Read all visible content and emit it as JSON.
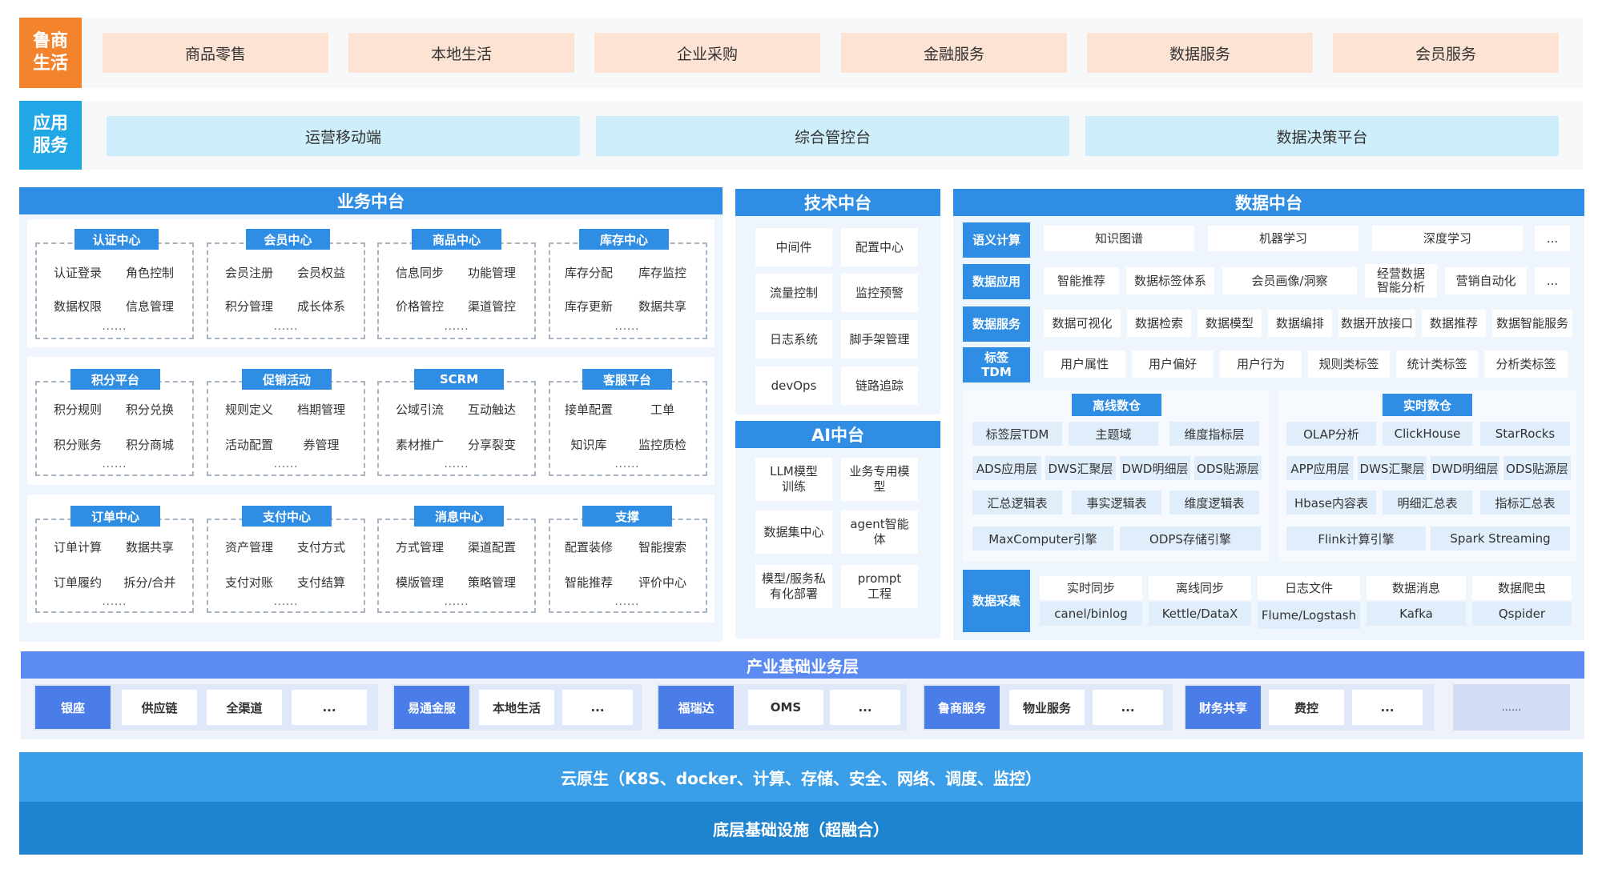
{
  "row1": {
    "label": "鲁商生活",
    "items": [
      "商品零售",
      "本地生活",
      "企业采购",
      "金融服务",
      "数据服务",
      "会员服务"
    ]
  },
  "row2": {
    "label": "应用服务",
    "items": [
      "运营移动端",
      "综合管控台",
      "数据决策平台"
    ]
  },
  "biz": {
    "title": "业务中台",
    "groups": [
      {
        "title": "认证中心",
        "items": [
          "认证登录",
          "角色控制",
          "数据权限",
          "信息管理"
        ],
        "dots": "......"
      },
      {
        "title": "会员中心",
        "items": [
          "会员注册",
          "会员权益",
          "积分管理",
          "成长体系"
        ],
        "dots": "......"
      },
      {
        "title": "商品中心",
        "items": [
          "信息同步",
          "功能管理",
          "价格管控",
          "渠道管控"
        ],
        "dots": "......"
      },
      {
        "title": "库存中心",
        "items": [
          "库存分配",
          "库存监控",
          "库存更新",
          "数据共享"
        ],
        "dots": "......"
      },
      {
        "title": "积分平台",
        "items": [
          "积分规则",
          "积分兑换",
          "积分账务",
          "积分商城"
        ],
        "dots": "......"
      },
      {
        "title": "促销活动",
        "items": [
          "规则定义",
          "档期管理",
          "活动配置",
          "券管理"
        ],
        "dots": "......"
      },
      {
        "title": "SCRM",
        "items": [
          "公域引流",
          "互动触达",
          "素材推广",
          "分享裂变"
        ],
        "dots": "......"
      },
      {
        "title": "客服平台",
        "items": [
          "接单配置",
          "工单",
          "知识库",
          "监控质检"
        ],
        "dots": "......"
      },
      {
        "title": "订单中心",
        "items": [
          "订单计算",
          "数据共享",
          "订单履约",
          "拆分/合并"
        ],
        "dots": "......"
      },
      {
        "title": "支付中心",
        "items": [
          "资产管理",
          "支付方式",
          "支付对账",
          "支付结算"
        ],
        "dots": "......"
      },
      {
        "title": "消息中心",
        "items": [
          "方式管理",
          "渠道配置",
          "模版管理",
          "策略管理"
        ],
        "dots": "......"
      },
      {
        "title": "支撑",
        "items": [
          "配置装修",
          "智能搜索",
          "智能推荐",
          "评价中心"
        ],
        "dots": "......"
      }
    ]
  },
  "tech": {
    "title": "技术中台",
    "items": [
      "中间件",
      "配置中心",
      "流量控制",
      "监控预警",
      "日志系统",
      "脚手架管理",
      "devOps",
      "链路追踪"
    ]
  },
  "ai": {
    "title": "AI中台",
    "items": [
      "LLM模型训练",
      "业务专用模型",
      "数据集中心",
      "agent智能体",
      "模型/服务私有化部署",
      "prompt工程"
    ]
  },
  "data": {
    "title": "数据中台",
    "rows": [
      {
        "label": "语义计算",
        "items": [
          "知识图谱",
          "机器学习",
          "深度学习",
          "..."
        ]
      },
      {
        "label": "数据应用",
        "items": [
          "智能推荐",
          "数据标签体系",
          "会员画像/洞察",
          "经营数据智能分析",
          "营销自动化",
          "..."
        ]
      },
      {
        "label": "数据服务",
        "items": [
          "数据可视化",
          "数据检索",
          "数据模型",
          "数据编排",
          "数据开放接口",
          "数据推荐",
          "数据智能服务"
        ]
      },
      {
        "label": "标签TDM",
        "items": [
          "用户属性",
          "用户偏好",
          "用户行为",
          "规则类标签",
          "统计类标签",
          "分析类标签"
        ]
      }
    ],
    "offline": {
      "title": "离线数仓",
      "rows": [
        [
          "标签层TDM",
          "主题域",
          "维度指标层"
        ],
        [
          "ADS应用层",
          "DWS汇聚层",
          "DWD明细层",
          "ODS贴源层"
        ],
        [
          "汇总逻辑表",
          "事实逻辑表",
          "维度逻辑表"
        ],
        [
          "MaxComputer引擎",
          "ODPS存储引擎"
        ]
      ]
    },
    "realtime": {
      "title": "实时数仓",
      "rows": [
        [
          "OLAP分析",
          "ClickHouse",
          "StarRocks"
        ],
        [
          "APP应用层",
          "DWS汇聚层",
          "DWD明细层",
          "ODS贴源层"
        ],
        [
          "Hbase内容表",
          "明细汇总表",
          "指标汇总表"
        ],
        [
          "Flink计算引擎",
          "Spark Streaming"
        ]
      ]
    },
    "collect": {
      "label": "数据采集",
      "items": [
        {
          "top": "实时同步",
          "bottom": "canel/binlog"
        },
        {
          "top": "离线同步",
          "bottom": "Kettle/DataX"
        },
        {
          "top": "日志文件",
          "bottom": "Flume/Logstash"
        },
        {
          "top": "数据消息",
          "bottom": "Kafka"
        },
        {
          "top": "数据爬虫",
          "bottom": "Qspider"
        }
      ]
    }
  },
  "industry": {
    "title": "产业基础业务层",
    "groups": [
      {
        "label": "银座",
        "items": [
          "供应链",
          "全渠道",
          "..."
        ]
      },
      {
        "label": "易通金服",
        "items": [
          "本地生活",
          "..."
        ]
      },
      {
        "label": "福瑞达",
        "items": [
          "OMS",
          "..."
        ]
      },
      {
        "label": "鲁商服务",
        "items": [
          "物业服务",
          "..."
        ]
      },
      {
        "label": "财务共享",
        "items": [
          "费控",
          "..."
        ]
      }
    ],
    "trailing": "......"
  },
  "cloud": "云原生（K8S、docker、计算、存储、安全、网络、调度、监控）",
  "infra": "底层基础设施（超融合）"
}
